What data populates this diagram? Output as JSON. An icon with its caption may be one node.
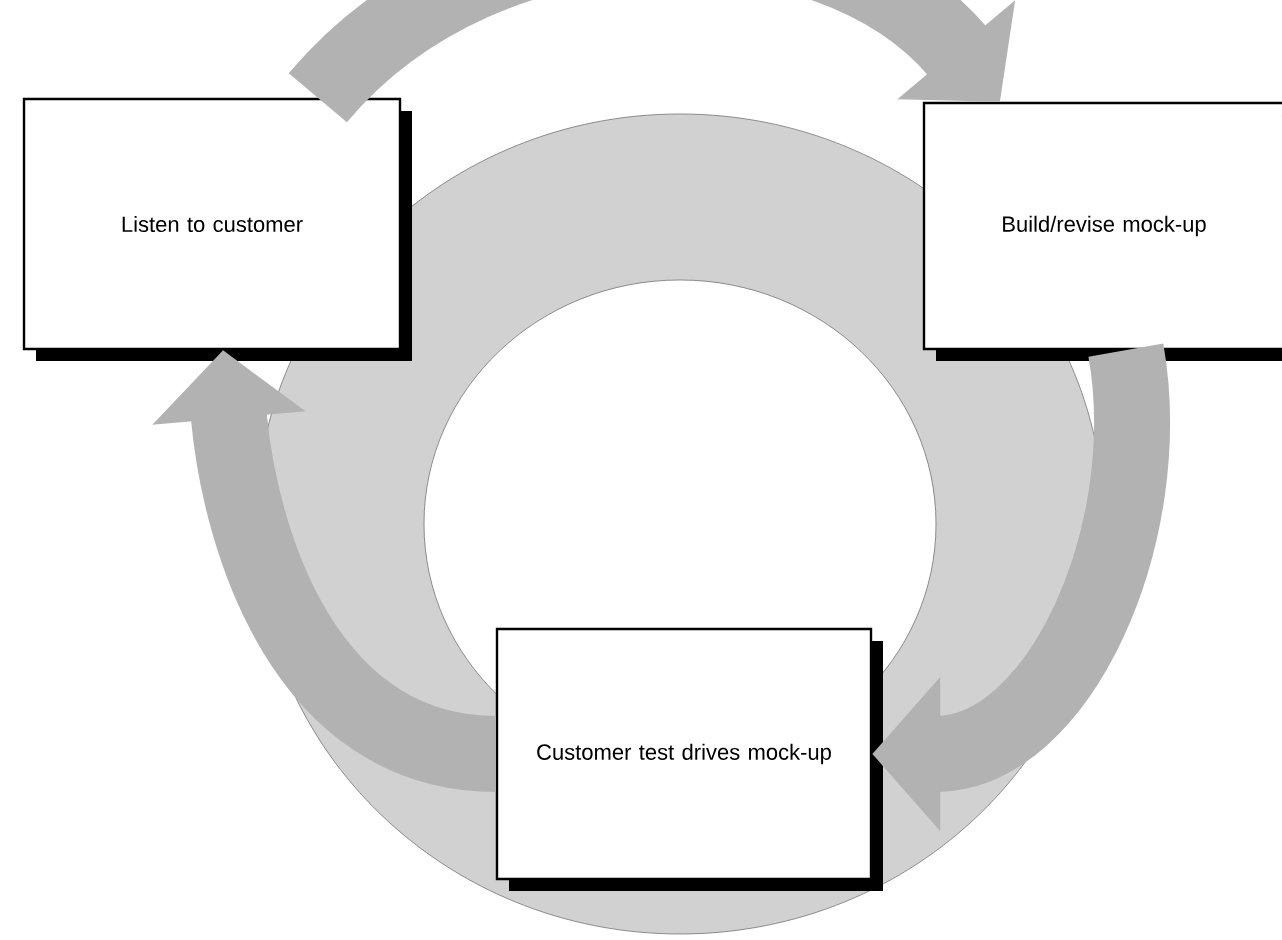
{
  "diagram": {
    "nodes": [
      {
        "text": [
          "Listen to customer"
        ]
      },
      {
        "text": [
          "Build/revise mock-up"
        ]
      },
      {
        "text": [
          "Customer test drives mock-up"
        ]
      }
    ],
    "edges": [
      {
        "from": 0,
        "to": 1,
        "arrow": "to"
      },
      {
        "from": 1,
        "to": 2,
        "arrow": "to"
      },
      {
        "from": 2,
        "to": 0,
        "arrow": "to"
      }
    ]
  }
}
